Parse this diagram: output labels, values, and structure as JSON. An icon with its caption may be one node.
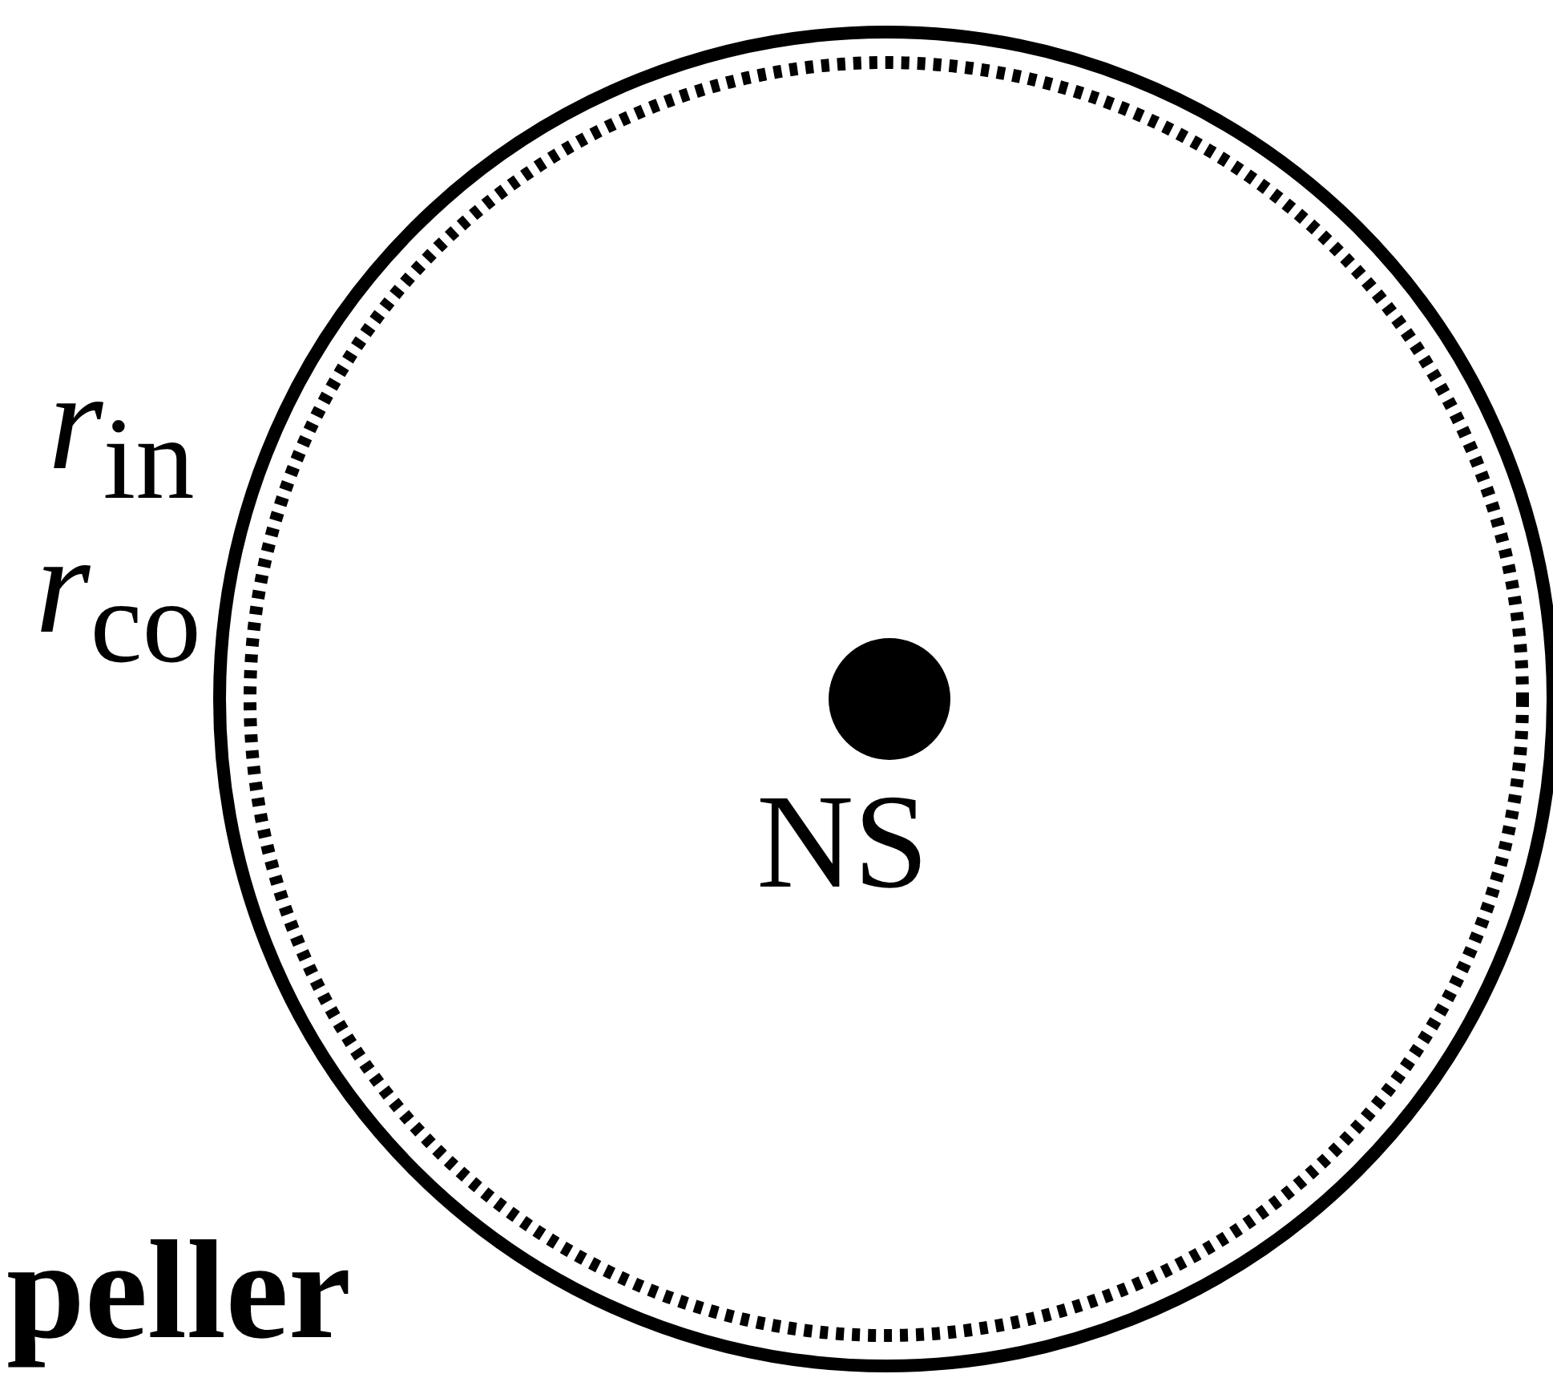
{
  "diagram": {
    "nodes": [
      {
        "text": [],
        "shape": "circle",
        "beside": [
          "NS"
        ]
      }
    ],
    "labels": [
      "*r*$_{in}$",
      "*r*$_{co}$",
      "peller"
    ]
  }
}
